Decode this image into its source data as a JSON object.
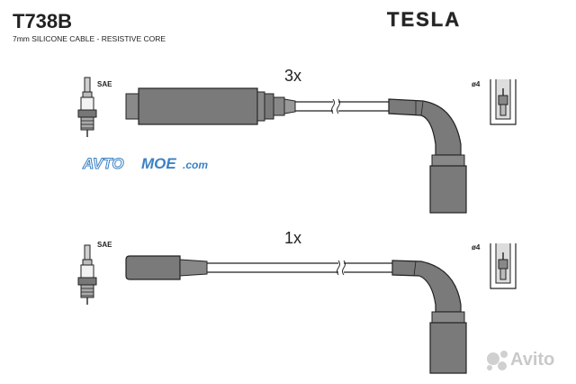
{
  "header": {
    "part_number": "T738B",
    "subtitle": "7mm SILICONE CABLE - RESISTIVE CORE",
    "brand": "TESLA"
  },
  "sets": [
    {
      "quantity": "3x",
      "plug_label": "SAE",
      "terminal_label": "ø4"
    },
    {
      "quantity": "1x",
      "plug_label": "SAE",
      "terminal_label": "ø4"
    }
  ],
  "watermarks": {
    "site": {
      "part1": "AVTO",
      "part2": "MOE",
      "part3": ".com"
    },
    "marketplace": "Avito"
  },
  "colors": {
    "cable_fill": "#7a7a7a",
    "line": "#222222",
    "watermark_blue": "#3b82c4",
    "avito_gray": "#c4c4c4"
  }
}
